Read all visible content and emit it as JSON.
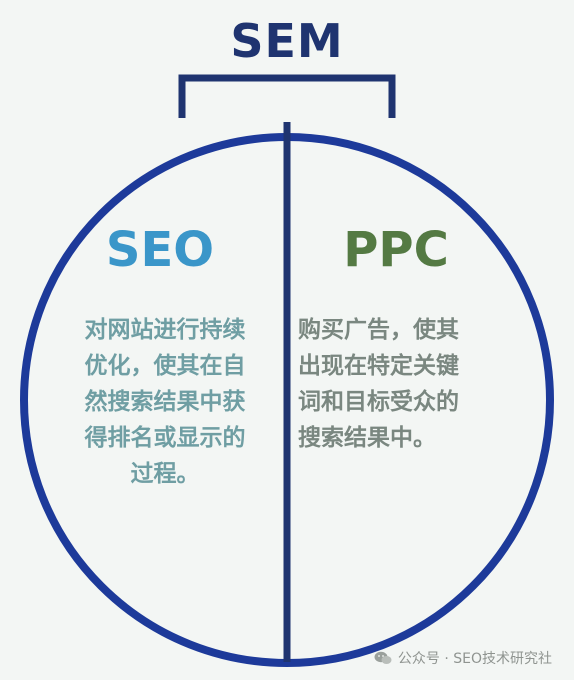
{
  "title": "SEM",
  "left": {
    "heading": "SEO",
    "description": "对网站进行持续\n优化，使其在自\n然搜索结果中获\n得排名或显示的\n过程。"
  },
  "right": {
    "heading": "PPC",
    "description": "购买广告，使其\n出现在特定关键\n词和目标受众的\n搜索结果中。"
  },
  "watermark": "公众号 · SEO技术研究社",
  "colors": {
    "navy": "#1f3470",
    "circle": "#1d3a9a",
    "seo_heading": "#3a96c9",
    "seo_text": "#6f9ea3",
    "ppc_heading": "#547a43",
    "ppc_text": "#7a8780",
    "background": "#f3f6f4"
  }
}
